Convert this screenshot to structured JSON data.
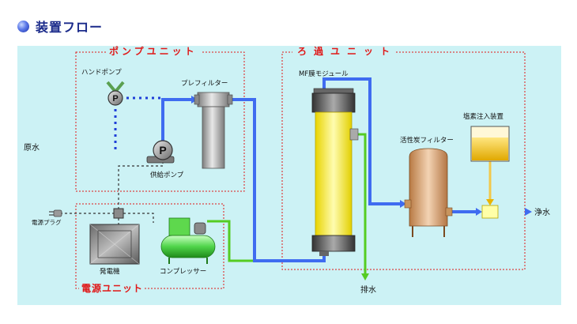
{
  "title": "装置フロー",
  "units": {
    "pump_unit": "ポンプユニット",
    "filtration_unit": "ろ過ユニット",
    "power_unit": "電源ユニット"
  },
  "labels": {
    "hand_pump": "ハンドポンプ",
    "prefilter": "プレフィルター",
    "mf_module": "MF膜モジュール",
    "raw_water": "原水",
    "supply_pump": "供給ポンプ",
    "activated_carbon": "活性炭フィルター",
    "chlorine_injector": "塩素注入装置",
    "clean_water": "浄水",
    "drain": "排水",
    "power_plug": "電源プラグ",
    "generator": "発電機",
    "compressor": "コンプレッサー",
    "pump_symbol": "P"
  },
  "colors": {
    "background_panel": "#ccf2f5",
    "unit_border": "#e01818",
    "unit_label": "#e01818",
    "water_line": "#3f6cf0",
    "air_line": "#55cc22",
    "title": "#1a2a8a"
  }
}
